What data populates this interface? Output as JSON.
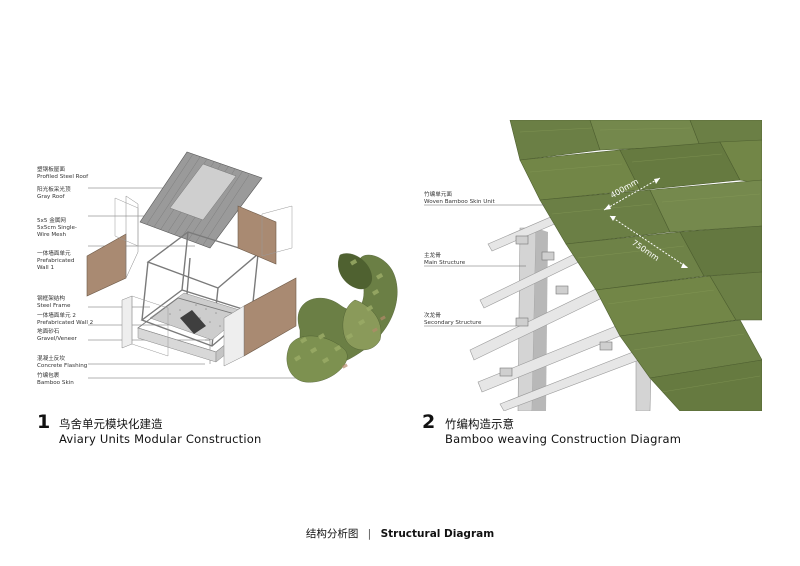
{
  "left_panel": {
    "number": "1",
    "title_cn": "鸟舍单元模块化建造",
    "title_en": "Aviary Units Modular Construction",
    "labels": [
      {
        "cn": "塑钢板屋面",
        "en": "Profiled Steel Roof"
      },
      {
        "cn": "阳光板采光顶",
        "en": "Gray Roof"
      },
      {
        "cn": "5x5 金属网",
        "en": "5x5cm Single-",
        "en2": "Wire Mesh"
      },
      {
        "cn": "一体墙面单元",
        "en": "Prefabricated",
        "en2": "Wall 1"
      },
      {
        "cn": "钢框架结构",
        "en": "Steel Frame"
      },
      {
        "cn": "一体墙面单元 2",
        "en": "Prefabricated Wall 2"
      },
      {
        "cn": "地面砂石",
        "en": "Gravel/Veneer"
      },
      {
        "cn": "混凝土反坎",
        "en": "Concrete Flashing"
      },
      {
        "cn": "竹编包裹",
        "en": "Bamboo Skin"
      }
    ]
  },
  "right_panel": {
    "number": "2",
    "title_cn": "竹编构造示意",
    "title_en": "Bamboo weaving Construction Diagram",
    "labels": [
      {
        "cn": "竹编单元面",
        "en": "Woven Bamboo Skin Unit"
      },
      {
        "cn": "主龙骨",
        "en": "Main Structure"
      },
      {
        "cn": "次龙骨",
        "en": "Secondary Structure"
      }
    ],
    "dimensions": [
      "400mm",
      "750mm"
    ]
  },
  "footer": {
    "title_cn": "结构分析图",
    "separator": "|",
    "title_en": "Structural Diagram"
  },
  "colors": {
    "bamboo_green": "#6b7f45",
    "wall_brown": "#a98a72",
    "steel_grey": "#8a8a8a"
  }
}
